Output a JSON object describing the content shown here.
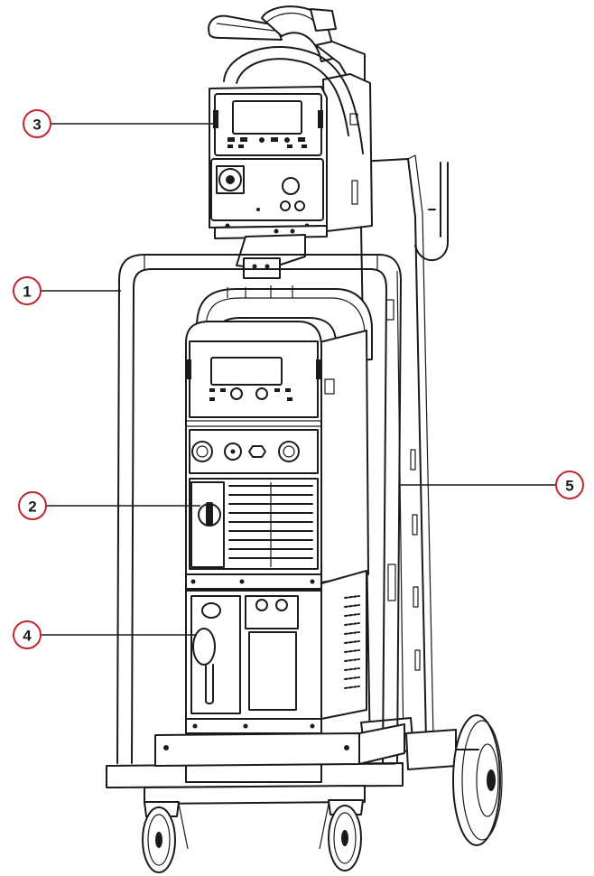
{
  "callouts": [
    {
      "id": "1",
      "label": "1"
    },
    {
      "id": "2",
      "label": "2"
    },
    {
      "id": "3",
      "label": "3"
    },
    {
      "id": "4",
      "label": "4"
    },
    {
      "id": "5",
      "label": "5"
    }
  ],
  "colors": {
    "callout_ring": "#c0262d",
    "line": "#1a1a1a",
    "background": "#ffffff"
  }
}
